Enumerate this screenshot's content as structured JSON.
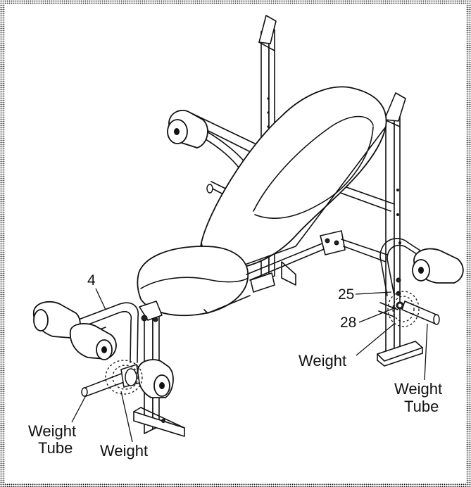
{
  "diagram": {
    "callouts": {
      "part_4": "4",
      "part_25": "25",
      "part_28": "28"
    },
    "labels": {
      "left_weight_tube_line1": "Weight",
      "left_weight_tube_line2": "Tube",
      "left_weight": "Weight",
      "right_weight": "Weight",
      "right_weight_tube_line1": "Weight",
      "right_weight_tube_line2": "Tube"
    }
  }
}
